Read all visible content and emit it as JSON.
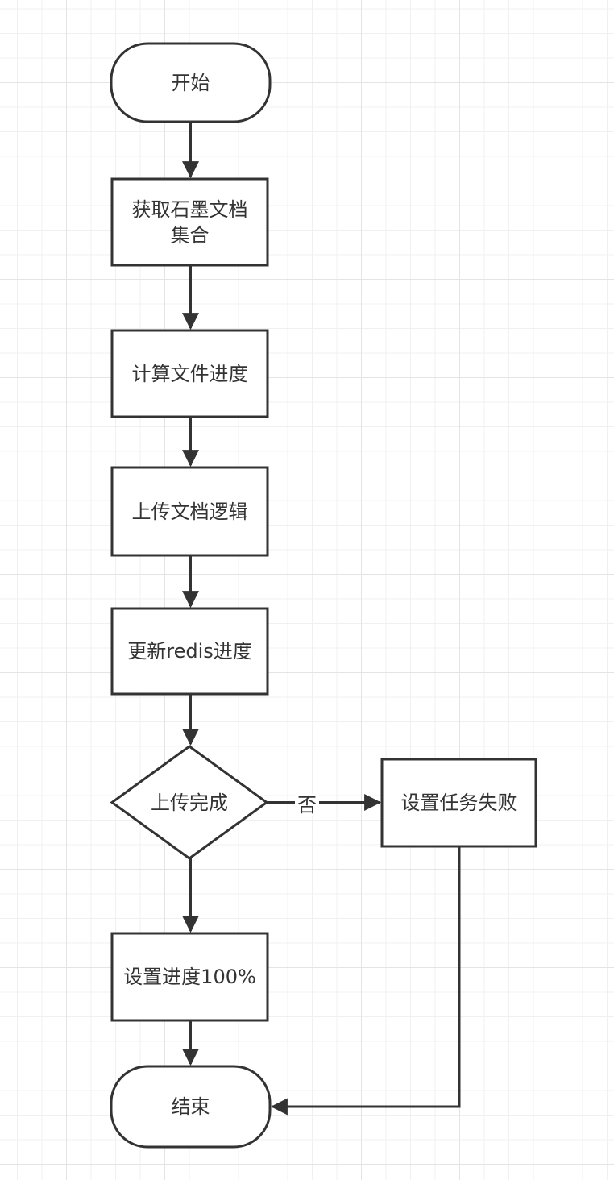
{
  "diagram": {
    "type": "flowchart",
    "nodes": [
      {
        "id": "start",
        "shape": "terminator",
        "label": "开始"
      },
      {
        "id": "get_docs",
        "shape": "process",
        "label": "获取石墨文档集合"
      },
      {
        "id": "calc_progress",
        "shape": "process",
        "label": "计算文件进度"
      },
      {
        "id": "upload_logic",
        "shape": "process",
        "label": "上传文档逻辑"
      },
      {
        "id": "update_redis",
        "shape": "process",
        "label": "更新redis进度"
      },
      {
        "id": "upload_done",
        "shape": "decision",
        "label": "上传完成"
      },
      {
        "id": "set_failed",
        "shape": "process",
        "label": "设置任务失败"
      },
      {
        "id": "set_100",
        "shape": "process",
        "label": "设置进度100%"
      },
      {
        "id": "end",
        "shape": "terminator",
        "label": "结束"
      }
    ],
    "edges": [
      {
        "from": "start",
        "to": "get_docs",
        "label": ""
      },
      {
        "from": "get_docs",
        "to": "calc_progress",
        "label": ""
      },
      {
        "from": "calc_progress",
        "to": "upload_logic",
        "label": ""
      },
      {
        "from": "upload_logic",
        "to": "update_redis",
        "label": ""
      },
      {
        "from": "update_redis",
        "to": "upload_done",
        "label": ""
      },
      {
        "from": "upload_done",
        "to": "set_failed",
        "label": "否"
      },
      {
        "from": "upload_done",
        "to": "set_100",
        "label": ""
      },
      {
        "from": "set_100",
        "to": "end",
        "label": ""
      },
      {
        "from": "set_failed",
        "to": "end",
        "label": ""
      }
    ],
    "colors": {
      "stroke": "#333333",
      "fill": "#ffffff",
      "grid": "#e4e4e4"
    }
  }
}
